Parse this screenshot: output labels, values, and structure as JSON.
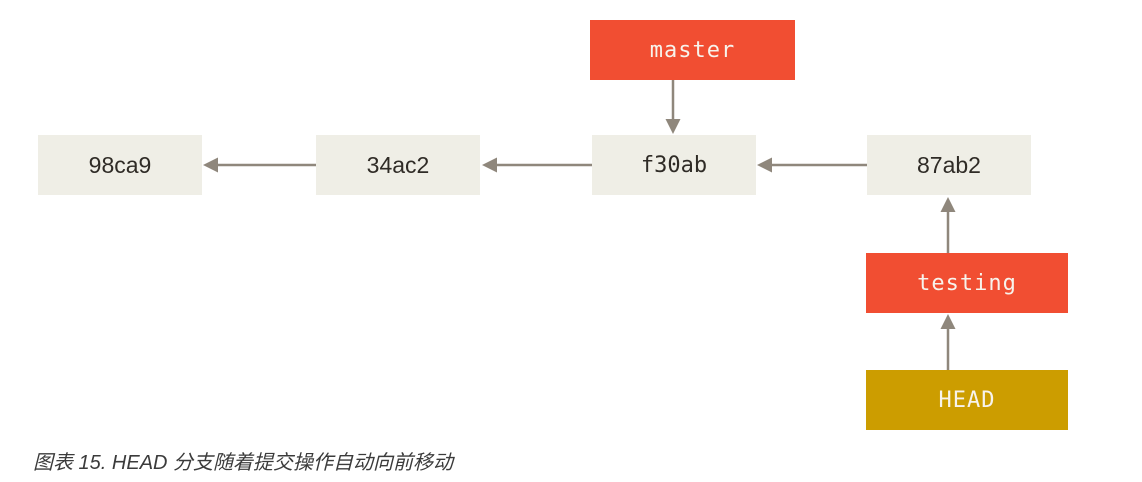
{
  "diagram": {
    "commits": [
      "98ca9",
      "34ac2",
      "f30ab",
      "87ab2"
    ],
    "branch_labels": {
      "master": "master",
      "testing": "testing"
    },
    "head_label": "HEAD",
    "colors": {
      "branch_box": "#F14E32",
      "head_box": "#CC9D00",
      "commit_box": "#EFEEE6",
      "commit_text": "#2F2B26",
      "label_text": "#F7F3EC",
      "arrow": "#8F877C",
      "caption_text": "#3B3B3B",
      "background": "#FFFFFF"
    }
  },
  "caption": "图表 15. HEAD 分支随着提交操作自动向前移动"
}
